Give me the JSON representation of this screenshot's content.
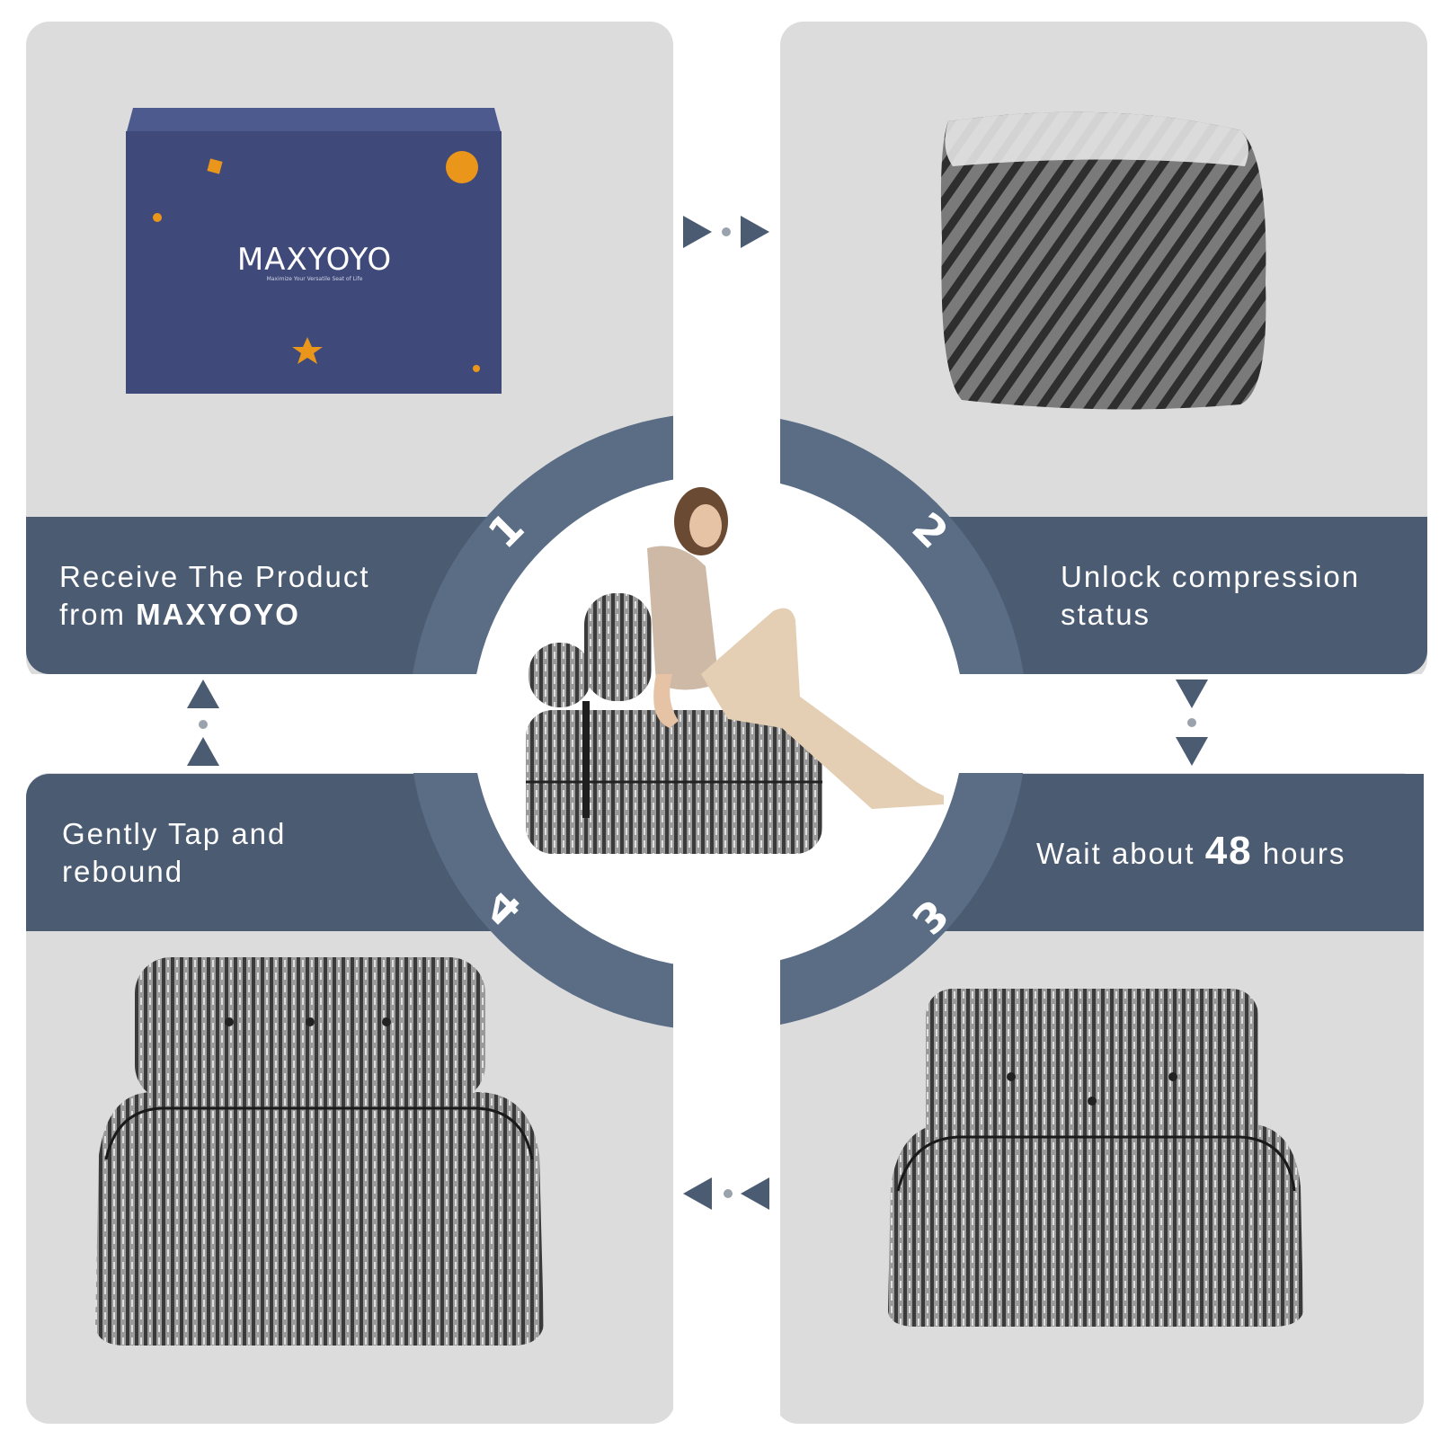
{
  "steps": [
    {
      "number": "1",
      "line1": "Receive The Product",
      "line2_prefix": "from ",
      "line2_bold": "MAXYOYO"
    },
    {
      "number": "2",
      "line1": "Unlock compression",
      "line2": "status"
    },
    {
      "number": "3",
      "prefix": "Wait about ",
      "bold": "48",
      "suffix": " hours"
    },
    {
      "number": "4",
      "line1": "Gently Tap and",
      "line2": "rebound"
    }
  ],
  "box": {
    "brand": "MAXYOYO",
    "tagline": "Maximize Your Versatile Seat of Life"
  },
  "colors": {
    "band": "#4a5b72",
    "ring": "#5a6d85",
    "panel": "#dcdcdc",
    "box": "#3f4a7a",
    "accent": "#e9961a"
  }
}
